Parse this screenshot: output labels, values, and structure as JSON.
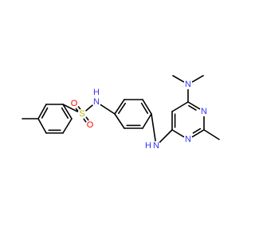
{
  "molecule": {
    "colors": {
      "bond": "#000000",
      "nitrogen": "#3333ff",
      "oxygen": "#ff0000",
      "sulfur": "#b2b200",
      "hydrogen_label": "#3333ff"
    },
    "atoms": [
      {
        "id": "c_me_tol",
        "symbol": "C",
        "label": ""
      },
      {
        "id": "c_tol_1",
        "symbol": "C",
        "label": ""
      },
      {
        "id": "c_tol_2",
        "symbol": "C",
        "label": ""
      },
      {
        "id": "c_tol_3",
        "symbol": "C",
        "label": ""
      },
      {
        "id": "c_tol_4",
        "symbol": "C",
        "label": ""
      },
      {
        "id": "c_tol_5",
        "symbol": "C",
        "label": ""
      },
      {
        "id": "c_tol_6",
        "symbol": "C",
        "label": ""
      },
      {
        "id": "s",
        "symbol": "S",
        "label": "S"
      },
      {
        "id": "o_top",
        "symbol": "O",
        "label": "O"
      },
      {
        "id": "o_bottom",
        "symbol": "O",
        "label": "O"
      },
      {
        "id": "n_sulfonamide",
        "symbol": "N",
        "label": "N",
        "h_label": "H"
      },
      {
        "id": "c_ph_1",
        "symbol": "C",
        "label": ""
      },
      {
        "id": "c_ph_2",
        "symbol": "C",
        "label": ""
      },
      {
        "id": "c_ph_3",
        "symbol": "C",
        "label": ""
      },
      {
        "id": "c_ph_4",
        "symbol": "C",
        "label": ""
      },
      {
        "id": "c_ph_5",
        "symbol": "C",
        "label": ""
      },
      {
        "id": "c_ph_6",
        "symbol": "C",
        "label": ""
      },
      {
        "id": "n_amine",
        "symbol": "N",
        "label": "N",
        "h_label": "H"
      },
      {
        "id": "c_pyr_4",
        "symbol": "C",
        "label": ""
      },
      {
        "id": "c_pyr_5",
        "symbol": "C",
        "label": ""
      },
      {
        "id": "c_pyr_6",
        "symbol": "C",
        "label": ""
      },
      {
        "id": "n_pyr_1",
        "symbol": "N",
        "label": "N"
      },
      {
        "id": "c_pyr_2",
        "symbol": "C",
        "label": ""
      },
      {
        "id": "n_pyr_3",
        "symbol": "N",
        "label": "N"
      },
      {
        "id": "c_me_pyr",
        "symbol": "C",
        "label": ""
      },
      {
        "id": "n_dimethyl",
        "symbol": "N",
        "label": "N"
      },
      {
        "id": "c_nme_a",
        "symbol": "C",
        "label": ""
      },
      {
        "id": "c_nme_b",
        "symbol": "C",
        "label": ""
      }
    ],
    "bonds": [
      {
        "a": "c_me_tol",
        "b": "c_tol_1",
        "order": 1
      },
      {
        "a": "c_tol_1",
        "b": "c_tol_2",
        "order": 2
      },
      {
        "a": "c_tol_2",
        "b": "c_tol_3",
        "order": 1
      },
      {
        "a": "c_tol_3",
        "b": "c_tol_4",
        "order": 2
      },
      {
        "a": "c_tol_4",
        "b": "c_tol_5",
        "order": 1
      },
      {
        "a": "c_tol_5",
        "b": "c_tol_6",
        "order": 2
      },
      {
        "a": "c_tol_6",
        "b": "c_tol_1",
        "order": 1
      },
      {
        "a": "c_tol_3",
        "b": "s",
        "order": 1
      },
      {
        "a": "s",
        "b": "o_top",
        "order": 2
      },
      {
        "a": "s",
        "b": "o_bottom",
        "order": 2
      },
      {
        "a": "s",
        "b": "n_sulfonamide",
        "order": 1
      },
      {
        "a": "n_sulfonamide",
        "b": "c_ph_1",
        "order": 1
      },
      {
        "a": "c_ph_1",
        "b": "c_ph_2",
        "order": 2
      },
      {
        "a": "c_ph_2",
        "b": "c_ph_3",
        "order": 1
      },
      {
        "a": "c_ph_3",
        "b": "c_ph_4",
        "order": 2
      },
      {
        "a": "c_ph_4",
        "b": "c_ph_5",
        "order": 1
      },
      {
        "a": "c_ph_5",
        "b": "c_ph_6",
        "order": 2
      },
      {
        "a": "c_ph_6",
        "b": "c_ph_1",
        "order": 1
      },
      {
        "a": "c_ph_4",
        "b": "n_amine",
        "order": 1
      },
      {
        "a": "n_amine",
        "b": "c_pyr_4",
        "order": 1
      },
      {
        "a": "c_pyr_4",
        "b": "c_pyr_5",
        "order": 2
      },
      {
        "a": "c_pyr_5",
        "b": "c_pyr_6",
        "order": 1
      },
      {
        "a": "c_pyr_6",
        "b": "n_pyr_1",
        "order": 2
      },
      {
        "a": "n_pyr_1",
        "b": "c_pyr_2",
        "order": 1
      },
      {
        "a": "c_pyr_2",
        "b": "n_pyr_3",
        "order": 2
      },
      {
        "a": "n_pyr_3",
        "b": "c_pyr_4",
        "order": 1
      },
      {
        "a": "c_pyr_2",
        "b": "c_me_pyr",
        "order": 1
      },
      {
        "a": "c_pyr_6",
        "b": "n_dimethyl",
        "order": 1
      },
      {
        "a": "n_dimethyl",
        "b": "c_nme_a",
        "order": 1
      },
      {
        "a": "n_dimethyl",
        "b": "c_nme_b",
        "order": 1
      }
    ]
  }
}
